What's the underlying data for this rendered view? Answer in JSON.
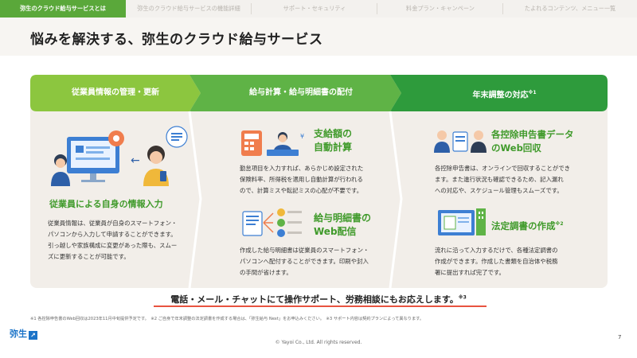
{
  "tabs": [
    {
      "label": "弥生のクラウド給与サービスとは",
      "active": true
    },
    {
      "label": "弥生のクラウド給与サービスの機能詳細",
      "active": false
    },
    {
      "label": "サポート・セキュリティ",
      "active": false
    },
    {
      "label": "料金プラン・キャンペーン",
      "active": false
    },
    {
      "label": "たよれるコンテンツ、メニュー一覧",
      "active": false
    }
  ],
  "page_title": "悩みを解決する、弥生のクラウド給与サービス",
  "columns": {
    "col1": {
      "header": "従業員情報の管理・更新",
      "feature_title": "従業員による自身の情報入力",
      "description": "従業員情報は、従業員が自身のスマートフォン・パソコンから入力して申請することができます。引っ越しや家族構成に変更があった際も、スムーズに更新することが可能です。",
      "desc_lines": [
        "従業員情報は、従業員が自身のスマートフォン・",
        "パソコンから入力して申請することができます。",
        "引っ越しや家族構成に変更があった際も、スムー",
        "ズに更新することが可能です。"
      ]
    },
    "col2": {
      "header": "給与計算・給与明細書の配付",
      "feature1_title_line1": "支給額の",
      "feature1_title_line2": "自動計算",
      "feature1_desc_lines": [
        "勤怠項目を入力すれば、あらかじめ設定された",
        "保険料率、所得税を適用し自動計算が行われる",
        "ので、計算ミスや転記ミスの心配が不要です。"
      ],
      "feature2_title_line1": "給与明細書の",
      "feature2_title_line2": "Web配信",
      "feature2_desc_lines": [
        "作成した給与明細書は従業員のスマートフォン・",
        "パソコンへ配付することができます。印刷や封入",
        "の手間が省けます。"
      ]
    },
    "col3": {
      "header": "年末調整の対応",
      "header_sup": "※1",
      "feature1_title_line1": "各控除申告書データ",
      "feature1_title_line2": "のWeb回収",
      "feature1_desc_lines": [
        "各控除申告書は、オンラインで回収することができ",
        "ます。また進行状況も確認できるため、記入漏れ",
        "への対応や、スケジュール管理もスムーズです。"
      ],
      "feature2_title": "法定調書の作成",
      "feature2_sup": "※2",
      "feature2_desc_lines": [
        "流れに沿って入力するだけで、各種法定調書の",
        "作成ができます。作成した書類を自治体や税務",
        "署に提出すれば完了です。"
      ]
    }
  },
  "support": {
    "text": "電話・メール・チャットにて操作サポート、労務相談にもお応えします。",
    "sup": "※3"
  },
  "footnotes": "※1 各控除申告書のWeb回収は2023年11月中旬提供予定です。　※2 ご自身で年末調整の法定調書を作成する場合は、「弥生給与 Next」をお申込みください。　※3 サポート内容は契約プランによって異なります。",
  "logo": {
    "text": "弥生",
    "mark": "↗"
  },
  "copyright": "© Yayoi Co., Ltd.  All rights reserved.",
  "page_number": "7",
  "colors": {
    "green_light": "#8cc63f",
    "green_mid": "#5fb346",
    "green_dark": "#2e9b3c",
    "accent_red": "#e8533f",
    "panel_bg": "#f2eee9"
  }
}
